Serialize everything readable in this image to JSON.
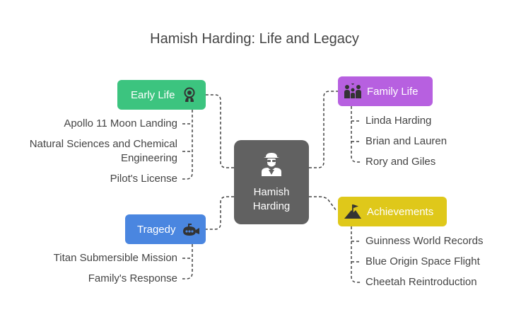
{
  "title": "Hamish Harding: Life and Legacy",
  "colors": {
    "early_life": "#3cc47f",
    "family_life": "#b760e0",
    "tragedy": "#4a86e0",
    "achievements": "#dfc81a",
    "center": "#616161",
    "text": "#444444",
    "connector": "#444444"
  },
  "center": {
    "label_line1": "Hamish",
    "label_line2": "Harding",
    "icon": "explorer-person-icon"
  },
  "branches": {
    "early_life": {
      "label": "Early Life",
      "icon": "astronaut-icon",
      "items": [
        "Apollo 11 Moon Landing",
        "Natural Sciences and Chemical Engineering",
        "Pilot's License"
      ]
    },
    "family_life": {
      "label": "Family Life",
      "icon": "family-icon",
      "items": [
        "Linda Harding",
        "Brian and Lauren",
        "Rory and Giles"
      ]
    },
    "tragedy": {
      "label": "Tragedy",
      "icon": "submarine-icon",
      "items": [
        "Titan Submersible Mission",
        "Family's Response"
      ]
    },
    "achievements": {
      "label": "Achievements",
      "icon": "summit-flag-icon",
      "items": [
        "Guinness World Records",
        "Blue Origin Space Flight",
        "Cheetah Reintroduction"
      ]
    }
  }
}
